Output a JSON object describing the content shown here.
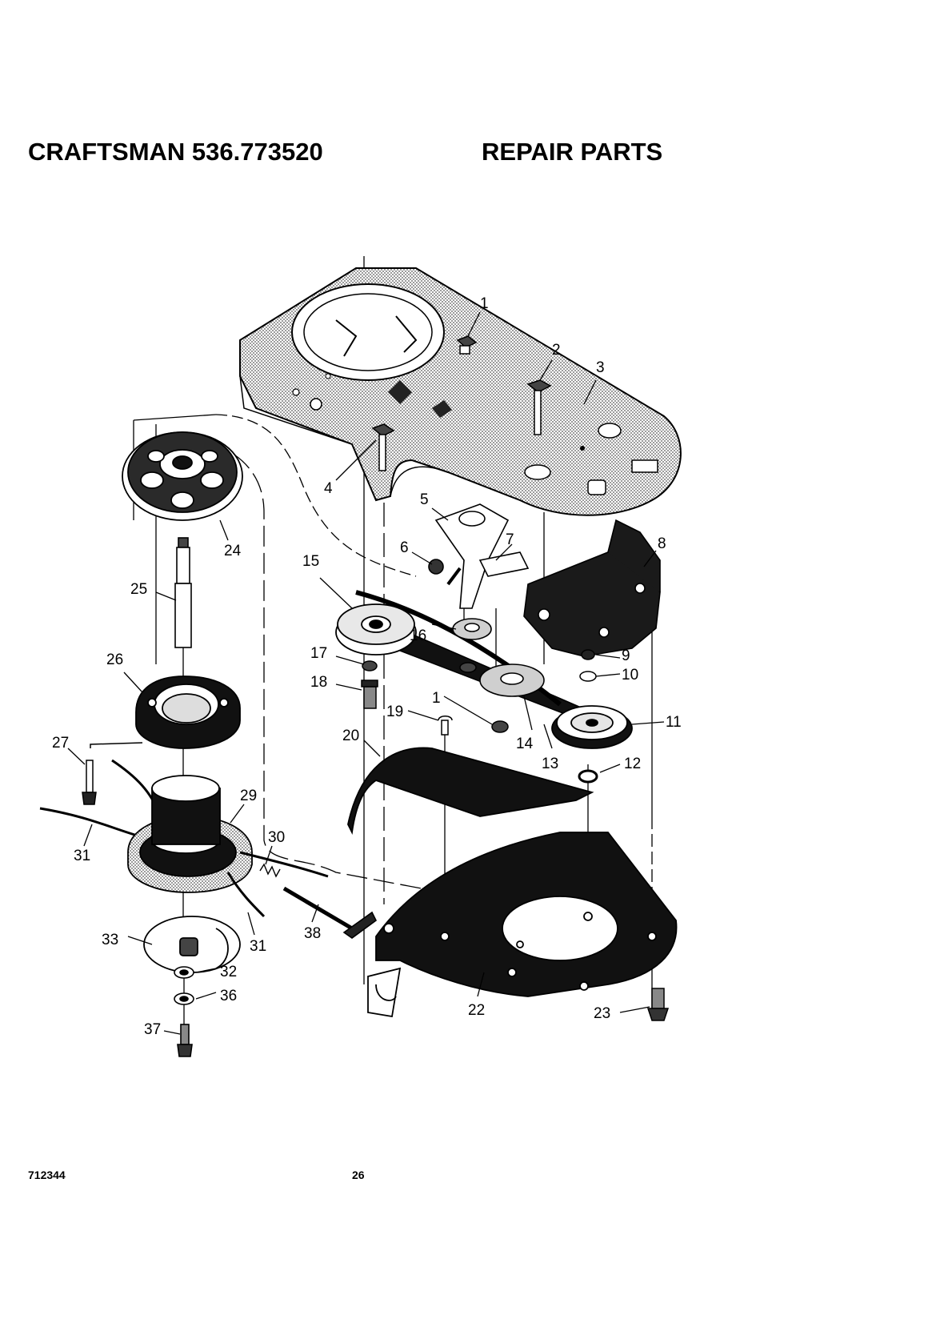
{
  "header": {
    "model": "CRAFTSMAN 536.773520",
    "section": "REPAIR PARTS"
  },
  "footer": {
    "part_number": "712344",
    "page_number": "26"
  },
  "callouts": [
    "1",
    "2",
    "3",
    "4",
    "5",
    "6",
    "7",
    "8",
    "15",
    "24",
    "25",
    "16",
    "9",
    "17",
    "10",
    "26",
    "18",
    "1",
    "11",
    "19",
    "27",
    "20",
    "14",
    "13",
    "12",
    "29",
    "31",
    "30",
    "38",
    "33",
    "31",
    "32",
    "36",
    "22",
    "23",
    "37"
  ],
  "colors": {
    "ink": "#000000",
    "shade": "#bdbdbd",
    "dark_part": "#1a1a1a",
    "paper": "#ffffff"
  }
}
